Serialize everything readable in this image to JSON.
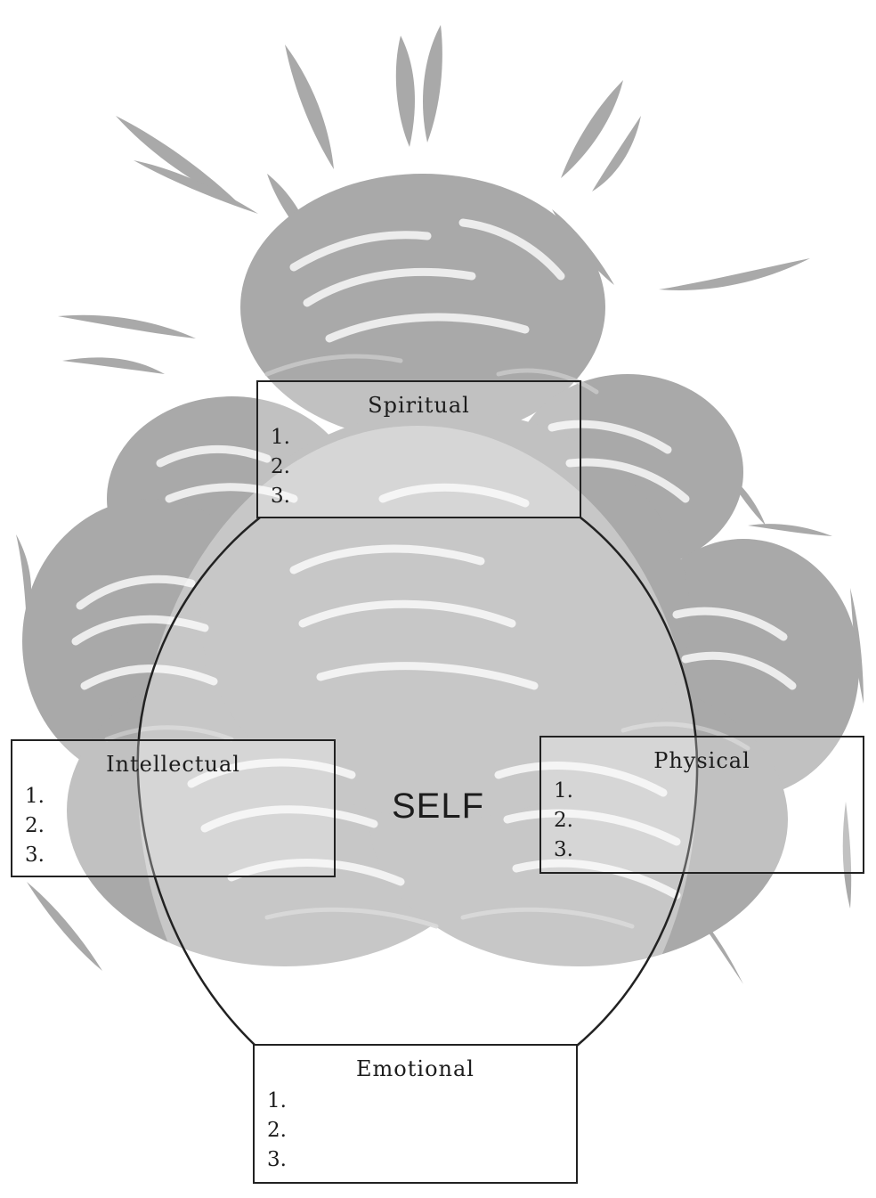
{
  "center": {
    "label": "SELF"
  },
  "colors": {
    "background": "#ffffff",
    "artwork": "#a9a9a9",
    "outline": "#222222"
  },
  "artwork": {
    "description_icon": "sunburst-cloud-icon"
  },
  "boxes": [
    {
      "key": "spiritual",
      "title": "Spiritual",
      "items": [
        "1.",
        "2.",
        "3."
      ]
    },
    {
      "key": "intellectual",
      "title": "Intellectual",
      "items": [
        "1.",
        "2.",
        "3."
      ]
    },
    {
      "key": "physical",
      "title": "Physical",
      "items": [
        "1.",
        "2.",
        "3."
      ]
    },
    {
      "key": "emotional",
      "title": "Emotional",
      "items": [
        "1.",
        "2.",
        "3."
      ]
    }
  ]
}
